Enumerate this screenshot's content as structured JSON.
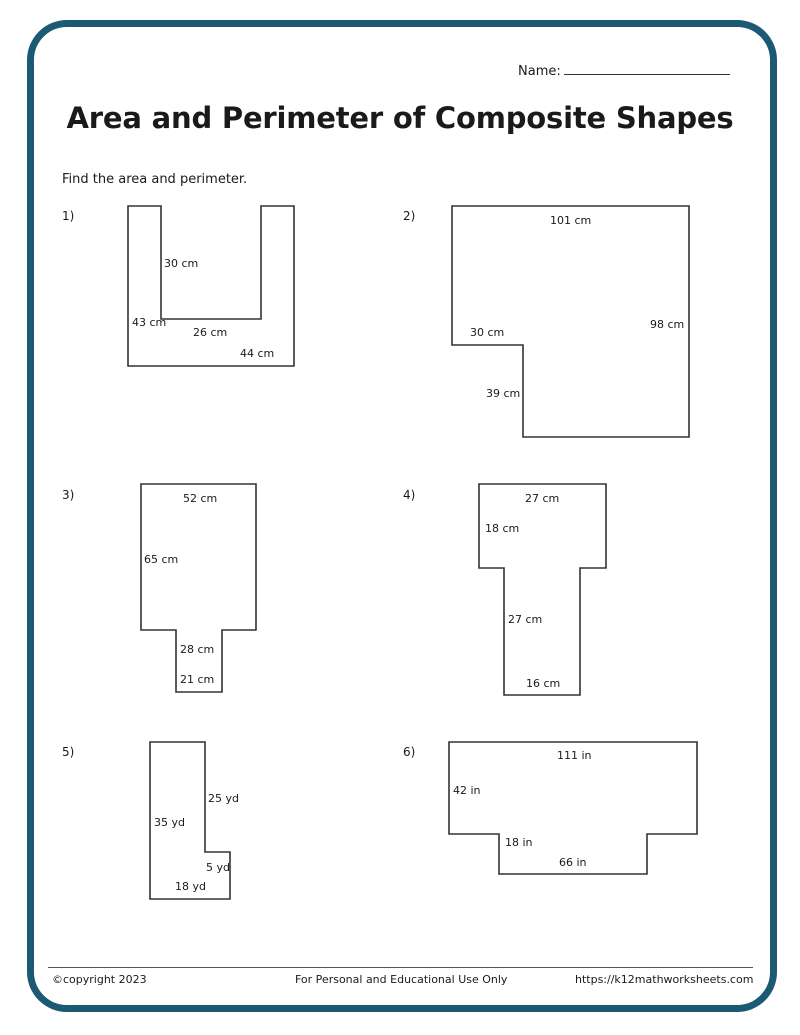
{
  "header": {
    "name_label": "Name:",
    "title": "Area and Perimeter of Composite Shapes",
    "instructions": "Find the area and perimeter."
  },
  "problems": [
    {
      "number": "1)",
      "labels": [
        "30 cm",
        "43 cm",
        "26 cm",
        "44 cm"
      ]
    },
    {
      "number": "2)",
      "labels": [
        "101 cm",
        "98 cm",
        "30 cm",
        "39 cm"
      ]
    },
    {
      "number": "3)",
      "labels": [
        "52 cm",
        "65 cm",
        "28 cm",
        "21 cm"
      ]
    },
    {
      "number": "4)",
      "labels": [
        "27 cm",
        "18 cm",
        "27 cm",
        "16 cm"
      ]
    },
    {
      "number": "5)",
      "labels": [
        "25 yd",
        "35 yd",
        "5 yd",
        "18 yd"
      ]
    },
    {
      "number": "6)",
      "labels": [
        "111 in",
        "42 in",
        "18 in",
        "66 in"
      ]
    }
  ],
  "footer": {
    "copyright": "©copyright 2023",
    "usage": "For Personal and Educational Use Only",
    "url": "https://k12mathworksheets.com"
  },
  "colors": {
    "border": "#1b5a72"
  }
}
